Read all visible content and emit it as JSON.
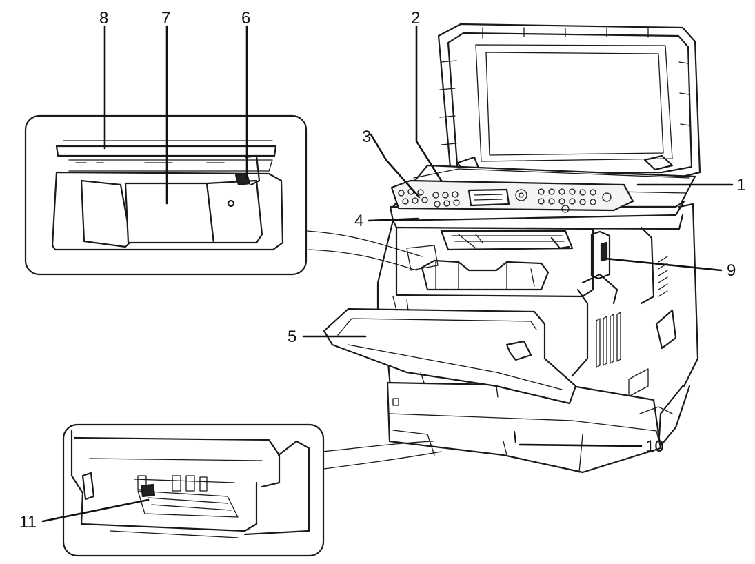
{
  "diagram": {
    "callouts": [
      {
        "id": "c1",
        "label": "1"
      },
      {
        "id": "c2",
        "label": "2"
      },
      {
        "id": "c3",
        "label": "3"
      },
      {
        "id": "c4",
        "label": "4"
      },
      {
        "id": "c5",
        "label": "5"
      },
      {
        "id": "c6",
        "label": "6"
      },
      {
        "id": "c7",
        "label": "7"
      },
      {
        "id": "c8",
        "label": "8"
      },
      {
        "id": "c9",
        "label": "9"
      },
      {
        "id": "c10",
        "label": "10"
      },
      {
        "id": "c11",
        "label": "11"
      }
    ],
    "colors": {
      "line": "#1a1a1a",
      "background": "#ffffff",
      "panel_fill": "#f4f4f4"
    }
  }
}
